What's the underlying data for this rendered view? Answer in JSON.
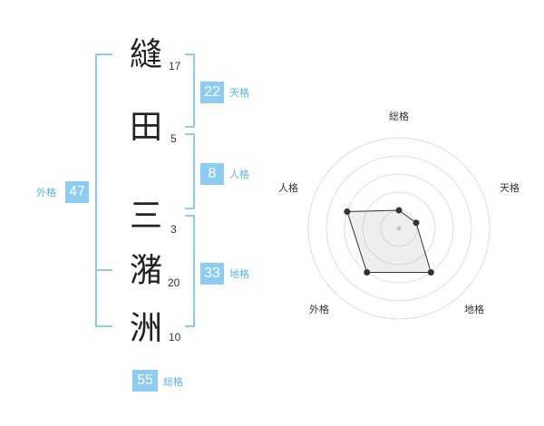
{
  "name": {
    "characters": [
      {
        "char": "縫",
        "strokes": "17"
      },
      {
        "char": "田",
        "strokes": "5"
      },
      {
        "char": "三",
        "strokes": "3"
      },
      {
        "char": "潴",
        "strokes": "20"
      },
      {
        "char": "洲",
        "strokes": "10"
      }
    ]
  },
  "fortunes": {
    "tenkaku": {
      "value": "22",
      "label": "天格"
    },
    "jinkaku": {
      "value": "8",
      "label": "人格"
    },
    "chikaku": {
      "value": "33",
      "label": "地格"
    },
    "gaikaku": {
      "value": "47",
      "label": "外格"
    },
    "soukaku": {
      "value": "55",
      "label": "総格"
    }
  },
  "colors": {
    "accent": "#8ccbf2",
    "accent_text": "#5ab4ec",
    "bracket": "#8ccbf2"
  },
  "chart_data": {
    "type": "radar",
    "axes": [
      "総格",
      "天格",
      "地格",
      "外格",
      "人格"
    ],
    "values": [
      1,
      1,
      3,
      3,
      3
    ],
    "max": 5,
    "rings": 5
  }
}
